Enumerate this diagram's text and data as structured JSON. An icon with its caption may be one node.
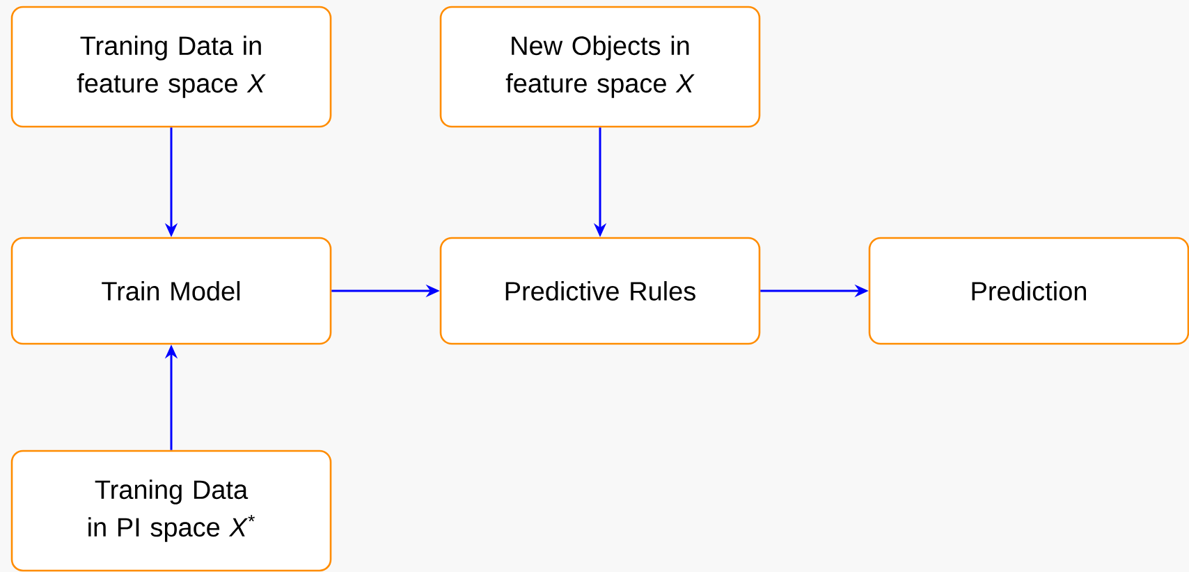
{
  "diagram": {
    "nodes": [
      {
        "text": [
          "Traning Data in feature space *X*"
        ]
      },
      {
        "text": [
          "New Objects in feature space *X*"
        ]
      },
      {
        "text": [
          "Train Model"
        ]
      },
      {
        "text": [
          "Predictive Rules"
        ]
      },
      {
        "text": [
          "Prediction"
        ]
      },
      {
        "text": [
          "Traning Data in PI space *X*$^{*}$"
        ]
      }
    ],
    "edges": [
      {
        "from": 0,
        "to": 2,
        "arrow": "to"
      },
      {
        "from": 1,
        "to": 3,
        "arrow": "to"
      },
      {
        "from": 5,
        "to": 2,
        "arrow": "to"
      },
      {
        "from": 2,
        "to": 3,
        "arrow": "to"
      },
      {
        "from": 3,
        "to": 4,
        "arrow": "to"
      }
    ]
  }
}
